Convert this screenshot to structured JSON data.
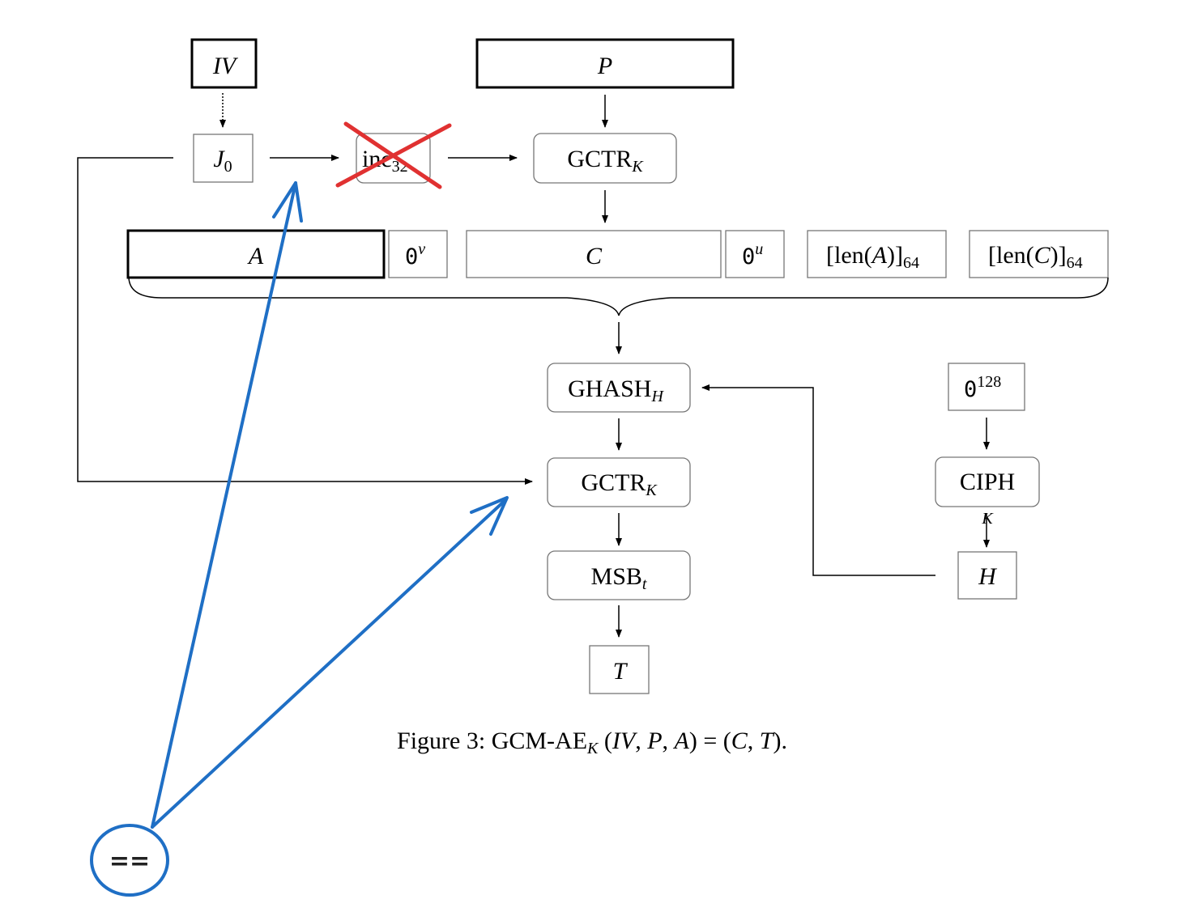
{
  "nodes": {
    "iv": "IV",
    "p": "P",
    "j0": {
      "main": "J",
      "sub": "0"
    },
    "inc32": {
      "main": "inc",
      "sub": "32",
      "struck_out": true
    },
    "gctr_top": {
      "main": "GCTR",
      "sub": "K"
    },
    "a": "A",
    "zero_v": {
      "main": "0",
      "sup": "v"
    },
    "c": "C",
    "zero_u": {
      "main": "0",
      "sup": "u"
    },
    "len_a": {
      "pre": "[len(",
      "var": "A",
      "post": ")]",
      "sub": "64"
    },
    "len_c": {
      "pre": "[len(",
      "var": "C",
      "post": ")]",
      "sub": "64"
    },
    "ghash": {
      "main": "GHASH",
      "sub": "H"
    },
    "zero_128": {
      "main": "0",
      "sup": "128"
    },
    "gctr_bottom": {
      "main": "GCTR",
      "sub": "K"
    },
    "ciph": "CIPH",
    "ciph_key": "K",
    "msb": {
      "main": "MSB",
      "sub": "t"
    },
    "h": "H",
    "t": "T"
  },
  "caption": {
    "prefix": "Figure 3:  GCM-AE",
    "sub": "K",
    "args_open": " (",
    "iv": "IV",
    "comma1": ", ",
    "p": "P",
    "comma2": ", ",
    "a": "A",
    "mid": ") = (",
    "c": "C",
    "comma3": ", ",
    "t": "T",
    "end": ")."
  },
  "annotations": {
    "circle_text": "==",
    "ink_color": "#1f6fc5",
    "strike_color": "#e03131"
  }
}
